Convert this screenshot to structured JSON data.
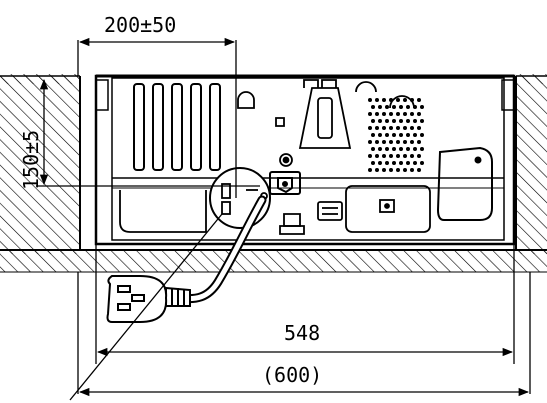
{
  "dimensions": {
    "top_offset": "200±50",
    "side_offset": "150±5",
    "inner_width": "548",
    "outer_width": "(600)"
  },
  "colors": {
    "line": "#000000",
    "background": "#ffffff"
  },
  "icons": [
    "hatch-pattern",
    "power-plug-icon",
    "power-cord",
    "socket-icon",
    "fan-vent-grille"
  ]
}
